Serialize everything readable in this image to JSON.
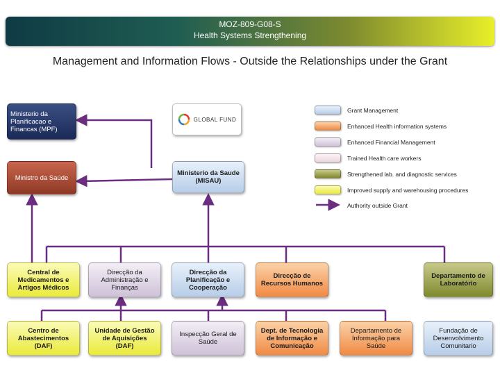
{
  "banner": {
    "line1": "MOZ-809-G08-S",
    "line2": "Health Systems Strengthening"
  },
  "title": "Management and Information Flows - Outside the Relationships under the Grant",
  "global_fund": {
    "text": "GLOBAL FUND"
  },
  "boxes": {
    "mpf": "Ministerio da\nPlanificacao e\nFinancas (MPF)",
    "misau_left": "Ministro da Saúde",
    "misau": "Ministerio da Saude\n(MISAU)",
    "cmam": "Central de\nMedicamentos e\nArtigos Médicos",
    "daf_dir": "Direcção da\nAdministração e\nFinanças",
    "dpc": "Direcção da\nPlanificação e\nCooperação",
    "drh": "Direcção de\nRecursos Humanos",
    "lab": "Departamento de\nLaboratório",
    "cda": "Centro de\nAbastecimentos\n(DAF)",
    "ugea": "Unidade de Gestão\nde Aquisições\n(DAF)",
    "igs": "Inspecção Geral de\nSaúde",
    "dtic": "Dept. de Tecnologia\nde Informação e\nComunicação",
    "dis": "Departamento de\nInformação para\nSaúde",
    "fdc": "Fundação de\nDesenvolvimento\nComunitario"
  },
  "legend": [
    {
      "label": "Grant Management",
      "color": "#c9dcf0"
    },
    {
      "label": "Enhanced Health information systems",
      "color": "#f4a46a"
    },
    {
      "label": "Enhanced Financial Management",
      "color": "#ddd3e3"
    },
    {
      "label": "Trained Health care workers",
      "color": "#f7e9ee"
    },
    {
      "label": "Strengthened lab. and diagnostic services",
      "color": "#9ea04a"
    },
    {
      "label": "Improved supply and warehousing procedures",
      "color": "#f2f27a"
    },
    {
      "label": "Authority outside Grant",
      "color": "#6b2d7f"
    }
  ],
  "colors": {
    "arrow": "#6b2d7f"
  }
}
